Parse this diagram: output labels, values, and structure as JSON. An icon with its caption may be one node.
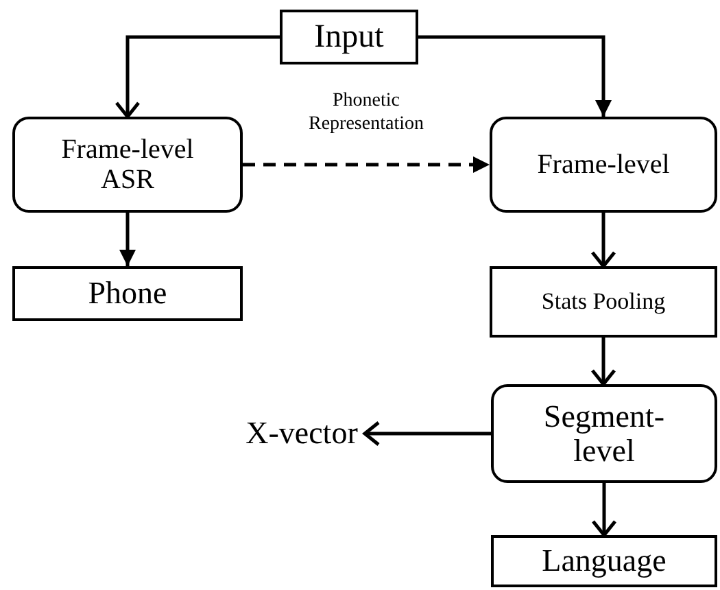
{
  "diagram": {
    "nodes": [
      {
        "text": [
          "Input"
        ]
      },
      {
        "text": [
          "Frame-level ASR"
        ]
      },
      {
        "text": [
          "Frame-level"
        ]
      },
      {
        "text": [
          "Phone"
        ]
      },
      {
        "text": [
          "Stats Pooling"
        ]
      },
      {
        "text": [
          "Segment-level"
        ]
      },
      {
        "text": [
          "X-vector"
        ]
      },
      {
        "text": [
          "Language"
        ]
      }
    ],
    "edges": [
      {
        "from": 0,
        "to": 1,
        "arrow": "to"
      },
      {
        "from": 0,
        "to": 2,
        "arrow": "to"
      },
      {
        "from": 1,
        "to": 2,
        "arrow": "to",
        "label": "Phonetic Representation",
        "style": "dashed"
      },
      {
        "from": 1,
        "to": 3,
        "arrow": "to"
      },
      {
        "from": 2,
        "to": 4,
        "arrow": "to"
      },
      {
        "from": 4,
        "to": 5,
        "arrow": "to"
      },
      {
        "from": 5,
        "to": 6,
        "arrow": "to"
      },
      {
        "from": 5,
        "to": 7,
        "arrow": "to"
      }
    ]
  }
}
